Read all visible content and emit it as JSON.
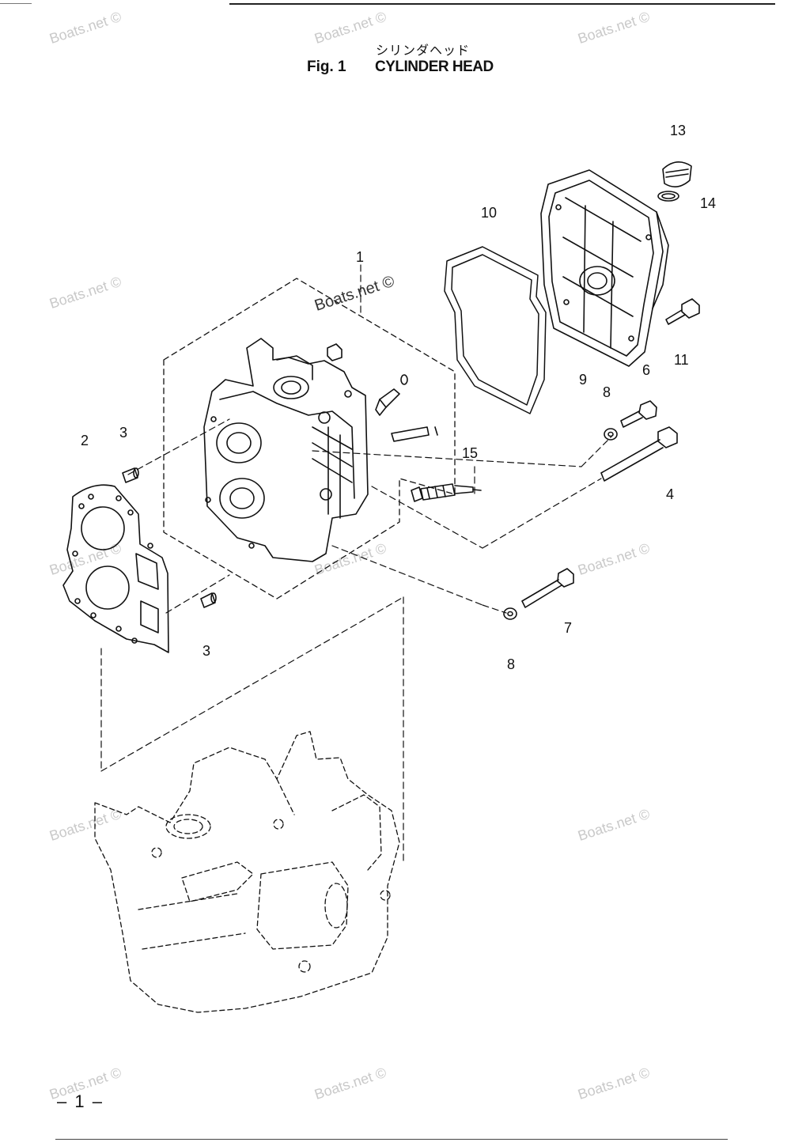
{
  "header": {
    "title_jp": "シリンダヘッド",
    "fig_label": "Fig. 1",
    "title_en": "CYLINDER HEAD"
  },
  "footer": {
    "page_number": "– 1 –"
  },
  "watermark": "Boats.net ©",
  "callouts": [
    {
      "id": "c1",
      "text": "1"
    },
    {
      "id": "c2",
      "text": "2"
    },
    {
      "id": "c3a",
      "text": "3"
    },
    {
      "id": "c3b",
      "text": "3"
    },
    {
      "id": "c4",
      "text": "4"
    },
    {
      "id": "c6",
      "text": "6"
    },
    {
      "id": "c7",
      "text": "7"
    },
    {
      "id": "c8a",
      "text": "8"
    },
    {
      "id": "c8b",
      "text": "8"
    },
    {
      "id": "c9",
      "text": "9"
    },
    {
      "id": "c10",
      "text": "10"
    },
    {
      "id": "c11",
      "text": "11"
    },
    {
      "id": "c13",
      "text": "13"
    },
    {
      "id": "c14",
      "text": "14"
    },
    {
      "id": "c15",
      "text": "15"
    }
  ]
}
